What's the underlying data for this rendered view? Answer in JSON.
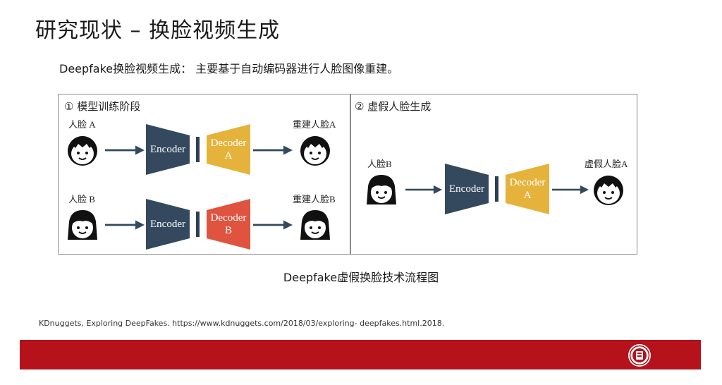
{
  "slide": {
    "title": "研究现状 – 换脸视频生成",
    "subtitle": "Deepfake换脸视频生成： 主要基于自动编码器进行人脸图像重建。",
    "caption": "Deepfake虚假换脸技术流程图",
    "reference": "KDnuggets, Exploring DeepFakes. https://www.kdnuggets.com/2018/03/exploring- deepfakes.html.2018."
  },
  "diagram": {
    "panel1": {
      "title": "① 模型训练阶段",
      "row_a": {
        "input_label": "人脸 A",
        "encoder": "Encoder",
        "decoder_line1": "Decoder",
        "decoder_line2": "A",
        "output_label": "重建人脸A"
      },
      "row_b": {
        "input_label": "人脸 B",
        "encoder": "Encoder",
        "decoder_line1": "Decoder",
        "decoder_line2": "B",
        "output_label": "重建人脸B"
      }
    },
    "panel2": {
      "title": "② 虚假人脸生成",
      "input_label": "人脸B",
      "encoder": "Encoder",
      "decoder_line1": "Decoder",
      "decoder_line2": "A",
      "output_label": "虚假人脸A"
    }
  },
  "colors": {
    "encoder": "#34495e",
    "decoder_a": "#e5b33b",
    "decoder_b": "#e0533f",
    "footer": "#b5121b",
    "arrow": "#34495e"
  },
  "icons": {
    "face_a": "boy-face-icon",
    "face_b": "girl-face-icon",
    "logo": "university-seal-icon"
  }
}
